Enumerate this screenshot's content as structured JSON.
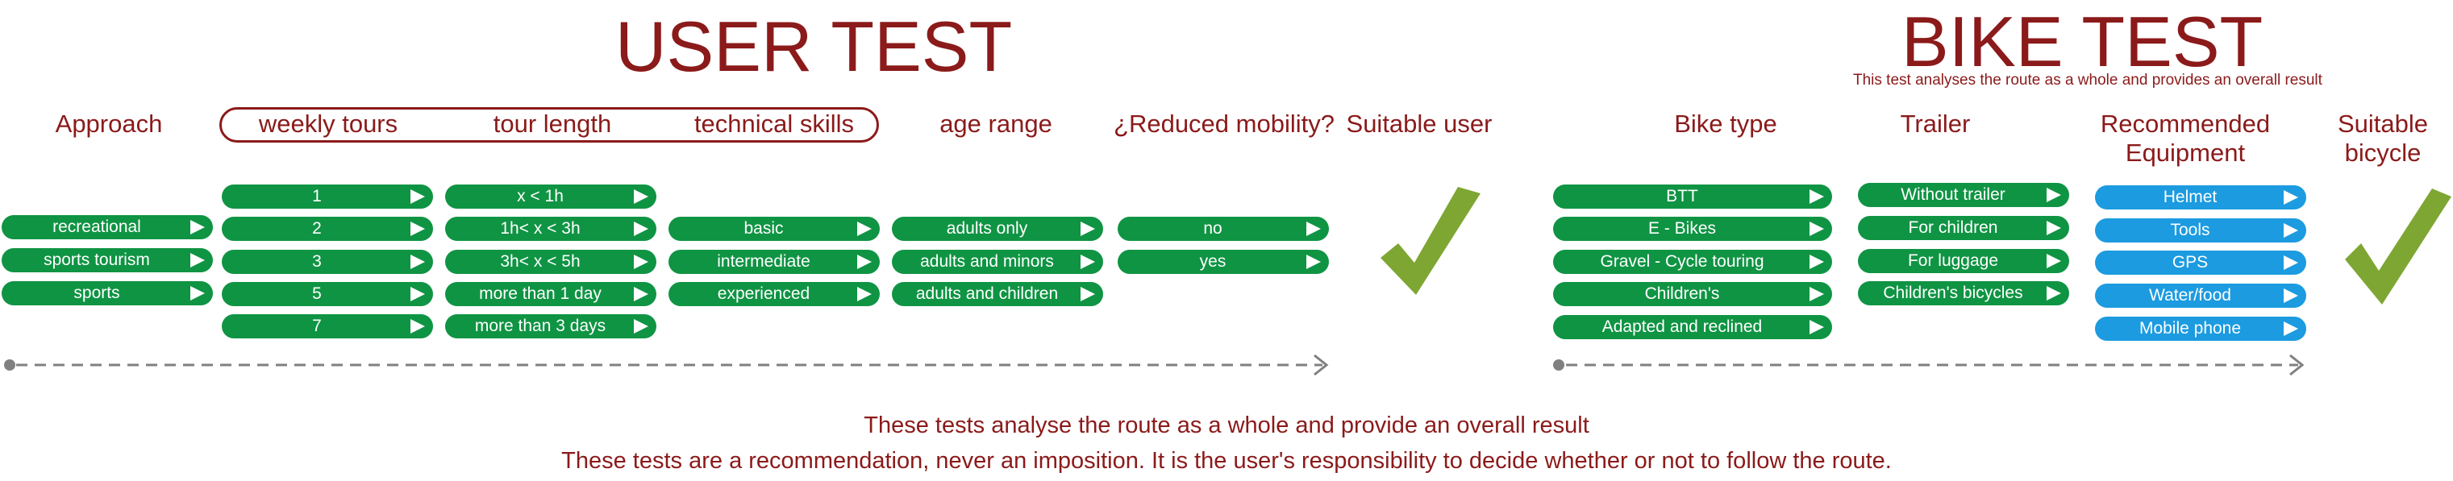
{
  "user_test": {
    "title": "USER TEST",
    "headers": {
      "approach": "Approach",
      "weekly_tours": "weekly tours",
      "tour_length": "tour length",
      "technical_skills": "technical skills",
      "age_range": "age range",
      "reduced_mobility": "¿Reduced mobility?",
      "suitable_user": "Suitable user"
    },
    "approach": [
      "recreational",
      "sports tourism",
      "sports"
    ],
    "weekly_tours": [
      "1",
      "2",
      "3",
      "5",
      "7"
    ],
    "tour_length": [
      "x < 1h",
      "1h< x < 3h",
      "3h< x < 5h",
      "more than 1 day",
      "more than 3 days"
    ],
    "technical_skills": [
      "basic",
      "intermediate",
      "experienced"
    ],
    "age_range": [
      "adults only",
      "adults and minors",
      "adults and children"
    ],
    "reduced_mobility": [
      "no",
      "yes"
    ]
  },
  "bike_test": {
    "title": "BIKE TEST",
    "subtitle": "This test analyses the route as a whole and provides an overall result",
    "headers": {
      "bike_type": "Bike type",
      "trailer": "Trailer",
      "equipment_line1": "Recommended",
      "equipment_line2": "Equipment",
      "suitable_line1": "Suitable",
      "suitable_line2": "bicycle"
    },
    "bike_type": [
      "BTT",
      "E - Bikes",
      "Gravel - Cycle touring",
      "Children's",
      "Adapted and reclined"
    ],
    "trailer": [
      "Without trailer",
      "For children",
      "For luggage",
      "Children's bicycles"
    ],
    "equipment": [
      "Helmet",
      "Tools",
      "GPS",
      "Water/food",
      "Mobile phone"
    ]
  },
  "notes": {
    "line1": "These tests analyse the route as a whole and provide an overall result",
    "line2": "These tests are a recommendation, never an imposition. It is the user's responsibility to decide whether or not to follow the route."
  },
  "colors": {
    "title": "#8b1a1a",
    "option_green": "#0f9443",
    "option_blue": "#1c9be0",
    "checkmark": "#7ea632",
    "flow_line": "#808080"
  }
}
